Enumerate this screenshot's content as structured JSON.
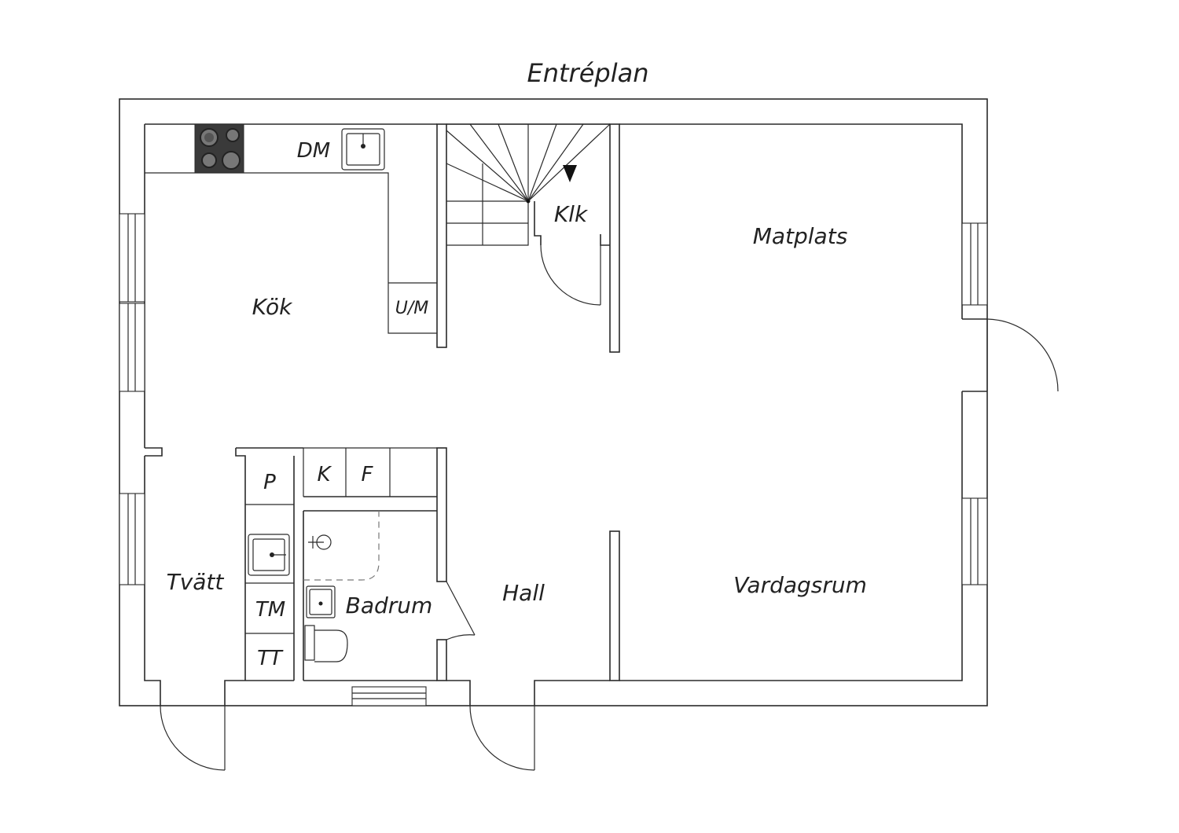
{
  "title": "Entréplan",
  "rooms": {
    "kok": "Kök",
    "klk": "Klk",
    "matplats": "Matplats",
    "tvatt": "Tvätt",
    "badrum": "Badrum",
    "hall": "Hall",
    "vardagsrum": "Vardagsrum"
  },
  "fixtures": {
    "dm": "DM",
    "um": "U/M",
    "p": "P",
    "k": "K",
    "f": "F",
    "tm": "TM",
    "tt": "TT"
  },
  "icons": [
    "stove-icon",
    "sink-icon",
    "shower-icon",
    "toilet-icon",
    "stair-arrow-icon"
  ],
  "colors": {
    "stroke": "#2a2a2a",
    "stove": "#3a3a3a",
    "background": "#ffffff"
  }
}
